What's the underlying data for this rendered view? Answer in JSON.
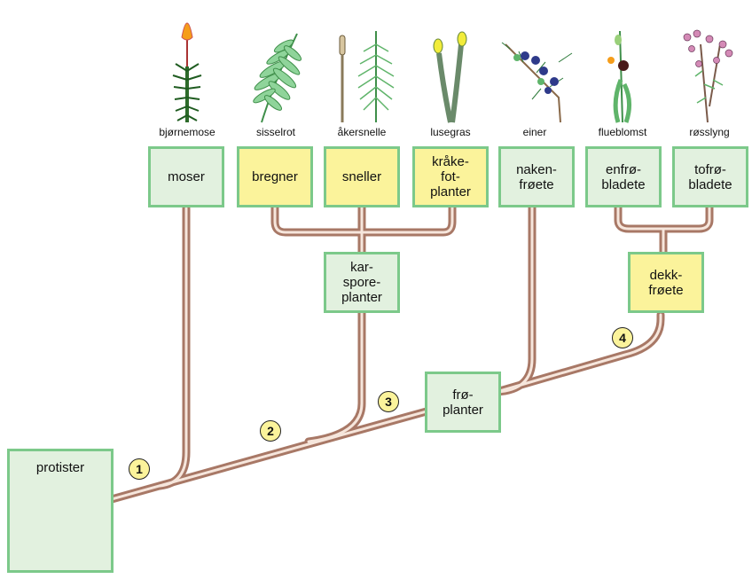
{
  "plants": [
    {
      "id": "moss",
      "label": "bjørnemose"
    },
    {
      "id": "fern",
      "label": "sisselrot"
    },
    {
      "id": "horsetail",
      "label": "åkersnelle"
    },
    {
      "id": "clubmoss",
      "label": "lusegras"
    },
    {
      "id": "juniper",
      "label": "einer"
    },
    {
      "id": "orchid",
      "label": "flueblomst"
    },
    {
      "id": "heather",
      "label": "røsslyng"
    }
  ],
  "groups": {
    "moser": "moser",
    "bregner": "bregner",
    "sneller": "sneller",
    "kraakefot": "kråke-\nfot-\nplanter",
    "nakenfroete": "naken-\nfrøete",
    "enfrobladete": "enfrø-\nbladete",
    "tofrobladete": "tofrø-\nbladete",
    "karsporeplanter": "kar-\nspore-\nplanter",
    "dekkfroete": "dekk-\nfrøete",
    "froplanter": "frø-\nplanter",
    "protister": "protister"
  },
  "markers": [
    "1",
    "2",
    "3",
    "4"
  ],
  "colors": {
    "branch": "#a87866",
    "box_green": "#e2f1df",
    "box_yellow": "#fbf39b",
    "box_border": "#7cc98a"
  }
}
